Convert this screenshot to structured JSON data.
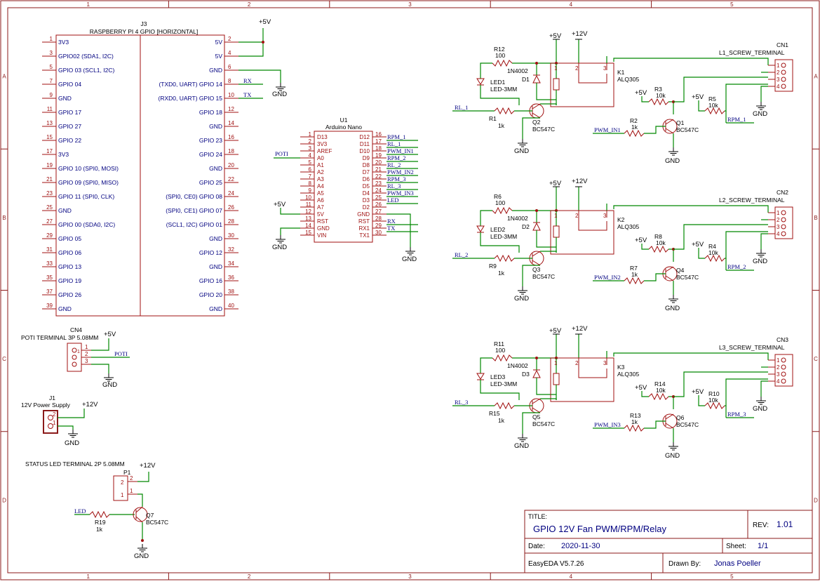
{
  "frame": {
    "cols": [
      "1",
      "2",
      "3",
      "4",
      "5"
    ],
    "rows": [
      "A",
      "B",
      "C",
      "D"
    ]
  },
  "title_block": {
    "title_label": "TITLE:",
    "title": "GPIO 12V Fan PWM/RPM/Relay",
    "rev_label": "REV:",
    "rev": "1.01",
    "date_label": "Date:",
    "date": "2020-11-30",
    "sheet_label": "Sheet:",
    "sheet": "1/1",
    "tool": "EasyEDA V5.7.26",
    "drawn_label": "Drawn By:",
    "drawn": "Jonas Poeller"
  },
  "j3": {
    "ref": "J3",
    "name": "RASPBERRY PI 4 GPIO [HORIZONTAL]",
    "left_pins": [
      {
        "n": "1",
        "label": "3V3"
      },
      {
        "n": "3",
        "label": "GPIO02 (SDA1, I2C)"
      },
      {
        "n": "5",
        "label": "GPIO 03 (SCL1, I2C)"
      },
      {
        "n": "7",
        "label": "GPIO 04"
      },
      {
        "n": "9",
        "label": "GND"
      },
      {
        "n": "11",
        "label": "GPIO 17"
      },
      {
        "n": "13",
        "label": "GPIO 27"
      },
      {
        "n": "15",
        "label": "GPIO 22"
      },
      {
        "n": "17",
        "label": "3V3"
      },
      {
        "n": "19",
        "label": "GPIO 10 (SPI0, MOSI)"
      },
      {
        "n": "21",
        "label": "GPIO 09 (SPI0, MISO)"
      },
      {
        "n": "23",
        "label": "GPIO 11 (SPI0, CLK)"
      },
      {
        "n": "25",
        "label": "GND"
      },
      {
        "n": "27",
        "label": "GPIO 00 (SDA0, I2C)"
      },
      {
        "n": "29",
        "label": "GPIO 05"
      },
      {
        "n": "31",
        "label": "GPIO 06"
      },
      {
        "n": "33",
        "label": "GPIO 13"
      },
      {
        "n": "35",
        "label": "GPIO 19"
      },
      {
        "n": "37",
        "label": "GPIO 26"
      },
      {
        "n": "39",
        "label": "GND"
      }
    ],
    "right_pins": [
      {
        "n": "2",
        "label": "5V"
      },
      {
        "n": "4",
        "label": "5V"
      },
      {
        "n": "6",
        "label": "GND"
      },
      {
        "n": "8",
        "label": "(TXD0, UART) GPIO 14"
      },
      {
        "n": "10",
        "label": "(RXD0, UART) GPIO 15"
      },
      {
        "n": "12",
        "label": "GPIO 18"
      },
      {
        "n": "14",
        "label": "GND"
      },
      {
        "n": "16",
        "label": "GPIO 23"
      },
      {
        "n": "18",
        "label": "GPIO 24"
      },
      {
        "n": "20",
        "label": "GND"
      },
      {
        "n": "22",
        "label": "GPIO 25"
      },
      {
        "n": "24",
        "label": "(SPI0, CE0) GPIO 08"
      },
      {
        "n": "26",
        "label": "(SPI0, CE1) GPIO 07"
      },
      {
        "n": "28",
        "label": "(SCL1, I2C) GPIO 01"
      },
      {
        "n": "30",
        "label": "GND"
      },
      {
        "n": "32",
        "label": "GPIO 12"
      },
      {
        "n": "34",
        "label": "GND"
      },
      {
        "n": "36",
        "label": "GPIO 16"
      },
      {
        "n": "38",
        "label": "GPIO 20"
      },
      {
        "n": "40",
        "label": "GND"
      }
    ],
    "rx": "RX",
    "tx": "TX"
  },
  "u1": {
    "ref": "U1",
    "name": "Arduino Nano",
    "left_pins": [
      {
        "n": "1",
        "label": "D13"
      },
      {
        "n": "2",
        "label": "3V3"
      },
      {
        "n": "3",
        "label": "AREF"
      },
      {
        "n": "4",
        "label": "A0"
      },
      {
        "n": "5",
        "label": "A1"
      },
      {
        "n": "6",
        "label": "A2"
      },
      {
        "n": "7",
        "label": "A3"
      },
      {
        "n": "8",
        "label": "A4"
      },
      {
        "n": "9",
        "label": "A5"
      },
      {
        "n": "10",
        "label": "A6"
      },
      {
        "n": "11",
        "label": "A7"
      },
      {
        "n": "12",
        "label": "5V"
      },
      {
        "n": "13",
        "label": "RST"
      },
      {
        "n": "14",
        "label": "GND"
      },
      {
        "n": "15",
        "label": "VIN"
      }
    ],
    "right_pins": [
      {
        "n": "16",
        "label": "D12",
        "net": "RPM_1"
      },
      {
        "n": "17",
        "label": "D11",
        "net": "RL_1"
      },
      {
        "n": "18",
        "label": "D10",
        "net": "PWM_IN1"
      },
      {
        "n": "19",
        "label": "D9",
        "net": "RPM_2"
      },
      {
        "n": "20",
        "label": "D8",
        "net": "RL_2"
      },
      {
        "n": "21",
        "label": "D7",
        "net": "PWM_IN2"
      },
      {
        "n": "22",
        "label": "D6",
        "net": "RPM_3"
      },
      {
        "n": "23",
        "label": "D5",
        "net": "RL_3"
      },
      {
        "n": "24",
        "label": "D4",
        "net": "PWM_IN3"
      },
      {
        "n": "25",
        "label": "D3",
        "net": "LED"
      },
      {
        "n": "26",
        "label": "D2",
        "net": ""
      },
      {
        "n": "27",
        "label": "GND",
        "net": ""
      },
      {
        "n": "28",
        "label": "RST",
        "net": "RX"
      },
      {
        "n": "29",
        "label": "RX1",
        "net": "TX"
      },
      {
        "n": "30",
        "label": "TX1",
        "net": ""
      }
    ],
    "poti_net": "POTI",
    "pwr": "+5V"
  },
  "power": {
    "v5": "+5V",
    "v12": "+12V",
    "gnd": "GND"
  },
  "cn4": {
    "ref": "CN4",
    "name": "POTI TERMINAL 3P 5.08MM",
    "pins": [
      "1",
      "2",
      "3"
    ],
    "net": "POTI"
  },
  "j1": {
    "ref": "J1",
    "name": "12V Power Supply",
    "pins": [
      "2",
      "1"
    ]
  },
  "p1": {
    "ref": "P1",
    "name": "STATUS LED TERMINAL 2P 5.08MM",
    "pins": [
      "2",
      "1"
    ],
    "led_net": "LED",
    "r_ref": "R19",
    "r_val": "1k",
    "q_ref": "Q7",
    "q_val": "BC547C"
  },
  "channels": [
    {
      "r_led": "R12",
      "r_led_val": "100",
      "diode": "1N4002",
      "d_ref": "D1",
      "led": "LED1",
      "led_val": "LED-3MM",
      "k_ref": "K1",
      "k_val": "ALQ305",
      "r_base": "R1",
      "r_base_val": "1k",
      "q_relay": "Q2",
      "q_relay_val": "BC547C",
      "rl_net": "RL_1",
      "r_pull": "R3",
      "r_pull_val": "10k",
      "r_rpm": "R5",
      "r_rpm_val": "10k",
      "rpm_net": "RPM_1",
      "r_pwm": "R2",
      "r_pwm_val": "1k",
      "pwm_net": "PWM_IN1",
      "q_pwm": "Q1",
      "q_pwm_val": "BC547C",
      "cn_ref": "CN1",
      "cn_name": "L1_SCREW_TERMINAL",
      "cn_pins": [
        "1",
        "2",
        "3",
        "4"
      ]
    },
    {
      "r_led": "R6",
      "r_led_val": "100",
      "diode": "1N4002",
      "d_ref": "D2",
      "led": "LED2",
      "led_val": "LED-3MM",
      "k_ref": "K2",
      "k_val": "ALQ305",
      "r_base": "R9",
      "r_base_val": "1k",
      "q_relay": "Q3",
      "q_relay_val": "BC547C",
      "rl_net": "RL_2",
      "r_pull": "R8",
      "r_pull_val": "10k",
      "r_rpm": "R4",
      "r_rpm_val": "10k",
      "rpm_net": "RPM_2",
      "r_pwm": "R7",
      "r_pwm_val": "1k",
      "pwm_net": "PWM_IN2",
      "q_pwm": "Q4",
      "q_pwm_val": "BC547C",
      "cn_ref": "CN2",
      "cn_name": "L2_SCREW_TERMINAL",
      "cn_pins": [
        "1",
        "2",
        "3",
        "4"
      ]
    },
    {
      "r_led": "R11",
      "r_led_val": "100",
      "diode": "1N4002",
      "d_ref": "D3",
      "led": "LED3",
      "led_val": "LED-3MM",
      "k_ref": "K3",
      "k_val": "ALQ305",
      "r_base": "R15",
      "r_base_val": "1k",
      "q_relay": "Q5",
      "q_relay_val": "BC547C",
      "rl_net": "RL_3",
      "r_pull": "R14",
      "r_pull_val": "10k",
      "r_rpm": "R10",
      "r_rpm_val": "10k",
      "rpm_net": "RPM_3",
      "r_pwm": "R13",
      "r_pwm_val": "1k",
      "pwm_net": "PWM_IN3",
      "q_pwm": "Q6",
      "q_pwm_val": "BC547C",
      "cn_ref": "CN3",
      "cn_name": "L3_SCREW_TERMINAL",
      "cn_pins": [
        "1",
        "2",
        "3",
        "4"
      ]
    }
  ]
}
